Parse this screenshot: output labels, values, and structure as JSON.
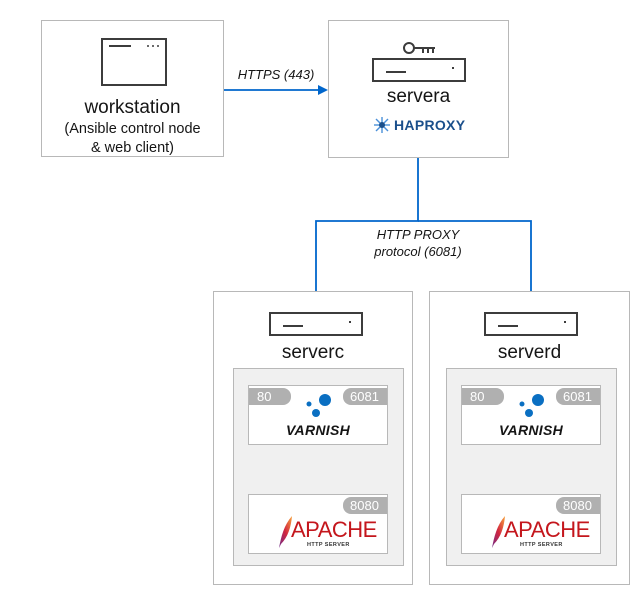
{
  "nodes": {
    "workstation": {
      "name": "workstation",
      "description_line1": "(Ansible control node",
      "description_line2": "& web client)"
    },
    "servera": {
      "name": "servera",
      "software": "HAPROXY"
    },
    "serverc": {
      "name": "serverc",
      "varnish": {
        "logo_text": "VARNISH",
        "port_in": "80",
        "port_out": "6081"
      },
      "apache": {
        "logo_text": "APACHE",
        "logo_sub": "HTTP SERVER",
        "port": "8080"
      }
    },
    "serverd": {
      "name": "serverd",
      "varnish": {
        "logo_text": "VARNISH",
        "port_in": "80",
        "port_out": "6081"
      },
      "apache": {
        "logo_text": "APACHE",
        "logo_sub": "HTTP SERVER",
        "port": "8080"
      }
    }
  },
  "edges": {
    "workstation_to_servera": {
      "label": "HTTPS (443)"
    },
    "servera_to_backends": {
      "label_line1": "HTTP PROXY",
      "label_line2": "protocol (6081)"
    }
  },
  "colors": {
    "connector": "#0066cc",
    "box_border": "#b8b8b8",
    "inner_bg": "#f0f0f0",
    "port_pill": "#b0b0b0",
    "haproxy_blue": "#1a4f8b",
    "varnish_blue": "#0a6fc2",
    "apache_red": "#c4161c"
  }
}
